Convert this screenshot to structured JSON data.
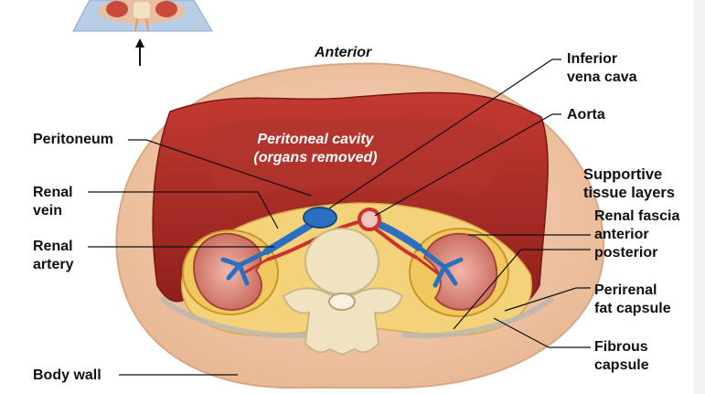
{
  "orientation": {
    "top": "Anterior"
  },
  "cavity": {
    "line1": "Peritoneal cavity",
    "line2": "(organs removed)"
  },
  "labels_left": {
    "peritoneum": "Peritoneum",
    "renal_vein_1": "Renal",
    "renal_vein_2": "vein",
    "renal_artery_1": "Renal",
    "renal_artery_2": "artery",
    "body_wall": "Body wall"
  },
  "labels_right": {
    "ivc_1": "Inferior",
    "ivc_2": "vena cava",
    "aorta": "Aorta",
    "supportive_1": "Supportive",
    "supportive_2": "tissue layers",
    "renal_fascia_1": "Renal fascia",
    "renal_fascia_2": "anterior",
    "renal_fascia_3": "posterior",
    "perirenal_1": "Perirenal",
    "perirenal_2": "fat capsule",
    "fibrous_1": "Fibrous",
    "fibrous_2": "capsule"
  },
  "colors": {
    "skin": "#f1c6a6",
    "muscle": "#b8322c",
    "fat": "#f3d27a",
    "vein": "#2a6fc0",
    "artery": "#c8332e",
    "bone": "#efe3c2",
    "kidney": "#d98a7f"
  },
  "icons": [
    "down-arrow-icon",
    "inset-thumbnail"
  ]
}
